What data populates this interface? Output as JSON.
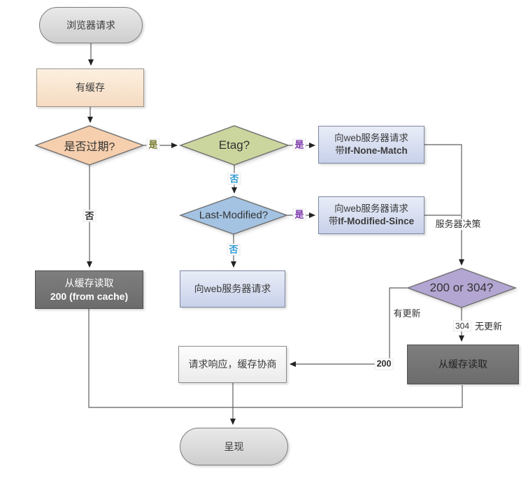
{
  "diagram": {
    "title": "browser-cache-flowchart",
    "background": "#ffffff"
  },
  "colors": {
    "terminal_fill": "#d6d6d6",
    "cache_rect_fill": "#f8e3cb",
    "expired_diamond_fill": "#f6cfae",
    "etag_diamond_fill": "#cbd59e",
    "last_modified_diamond_fill": "#a4c3e2",
    "status_diamond_fill": "#b3a6d2",
    "request_box_fill": "#ccd5ec",
    "dark_box_fill": "#747474",
    "response_box_fill": "#f4f4f4",
    "label_yes_olive": "#75792c",
    "label_yes_purple": "#7a35ac",
    "label_no_blue": "#2d9ad5",
    "wire": "#5f5f5f"
  },
  "nodes": {
    "start": {
      "label": "浏览器请求"
    },
    "has_cache": {
      "label": "有缓存"
    },
    "expired": {
      "label": "是否过期?"
    },
    "etag": {
      "label": "Etag?"
    },
    "req_if_none_match": {
      "line1": "向web服务器请求",
      "line2_prefix": "带",
      "line2_bold": "If-None-Match"
    },
    "last_modified": {
      "label": "Last-Modified?"
    },
    "req_if_modified_since": {
      "line1": "向web服务器请求",
      "line2_prefix": "带",
      "line2_bold": "If-Modified-Since"
    },
    "status_decision": {
      "label": "200 or 304?"
    },
    "read_cache_200": {
      "line1": "从缓存读取",
      "line2": "200 (from cache)"
    },
    "req_web": {
      "label": "向web服务器请求"
    },
    "read_cache": {
      "label": "从缓存读取"
    },
    "response_negotiate": {
      "label": "请求响应，缓存协商"
    },
    "render": {
      "label": "呈现"
    }
  },
  "edge_labels": {
    "expired_yes": "是",
    "expired_no": "否",
    "etag_yes": "是",
    "etag_no": "否",
    "lm_yes": "是",
    "lm_no": "否",
    "server_decision": "服务器决策",
    "has_update": "有更新",
    "code_304": "304",
    "no_update": "无更新",
    "code_200": "200"
  }
}
